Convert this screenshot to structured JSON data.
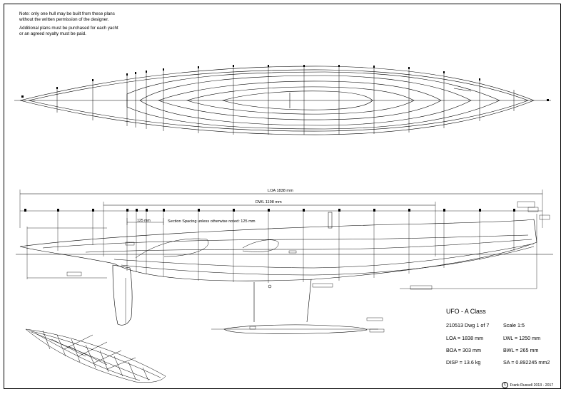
{
  "notes": {
    "line1": "Note: only one hull may be built from these plans",
    "line2": "without the written permission of the designer.",
    "line3": "Additional plans must be purchased for each yacht",
    "line4": "or an agreed royalty must be paid."
  },
  "dimensions": {
    "loa_label": "LOA 1838 mm",
    "dwl_label": "DWL 1198 mm",
    "station_spacing_label": "Section Spacing unless otherwise noted: 125 mm",
    "section_125": "125 mm"
  },
  "title_block": {
    "title": "UFO - A Class",
    "drawing_ref": "210513  Dwg 1 of 7",
    "scale": "Scale 1:5",
    "loa": "LOA = 1838 mm",
    "lwl": "LWL = 1250 mm",
    "boa": "BOA = 303 mm",
    "bwl": "BWL = 265 mm",
    "disp": "DISP = 13.6 kg",
    "sa": "SA = 0.892245 mm2",
    "copyright": "Frank Russell 2013 - 2017",
    "copyright_mark": "C"
  },
  "colors": {
    "line": "#000000",
    "background": "#ffffff"
  }
}
